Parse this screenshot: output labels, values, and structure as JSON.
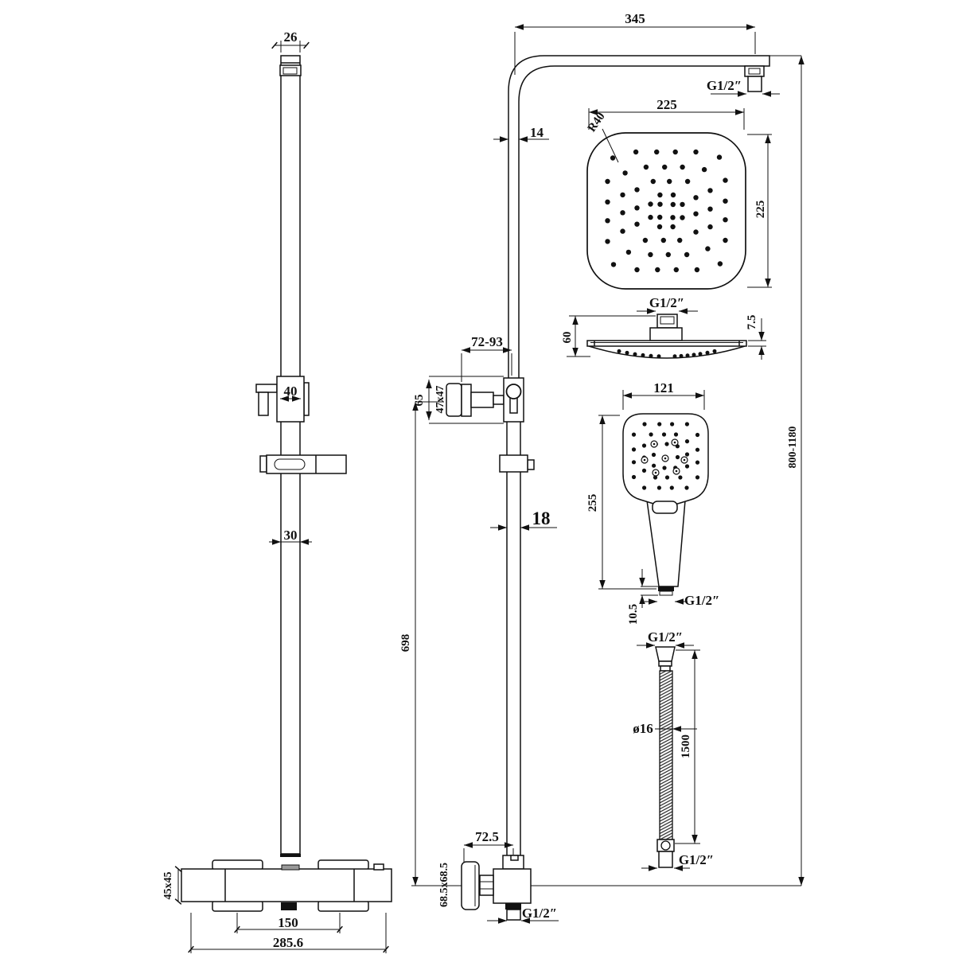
{
  "drawing_title": "shower-set-technical-drawing",
  "left_view": {
    "rail_top_width": "26",
    "holder_width": "40",
    "rail_width": "30",
    "valve_profile": "45x45",
    "handle_spacing": "150",
    "valve_length": "285.6"
  },
  "column_view": {
    "arm_length": "345",
    "arm_thread": "G1/2″",
    "upper_pipe_width": "14",
    "bracket_range": "72-93",
    "bracket_height": "65",
    "bracket_plate": "47x47",
    "lower_pipe_width": "18",
    "column_length": "698",
    "valve_offset": "72.5",
    "valve_profile": "68.5x68.5",
    "outlet_thread": "G1/2″"
  },
  "overhead_shower": {
    "width": "225",
    "corner_radius": "R40",
    "depth": "225",
    "thread": "G1/2″",
    "height": "60",
    "rim_thickness": "7.5"
  },
  "hand_shower": {
    "width": "121",
    "length": "255",
    "thread_length": "10.5",
    "thread": "G1/2″"
  },
  "hose": {
    "top_thread": "G1/2″",
    "diameter": "ø16",
    "length": "1500",
    "bottom_thread": "G1/2″"
  },
  "overall": {
    "height_range": "800-1180"
  }
}
